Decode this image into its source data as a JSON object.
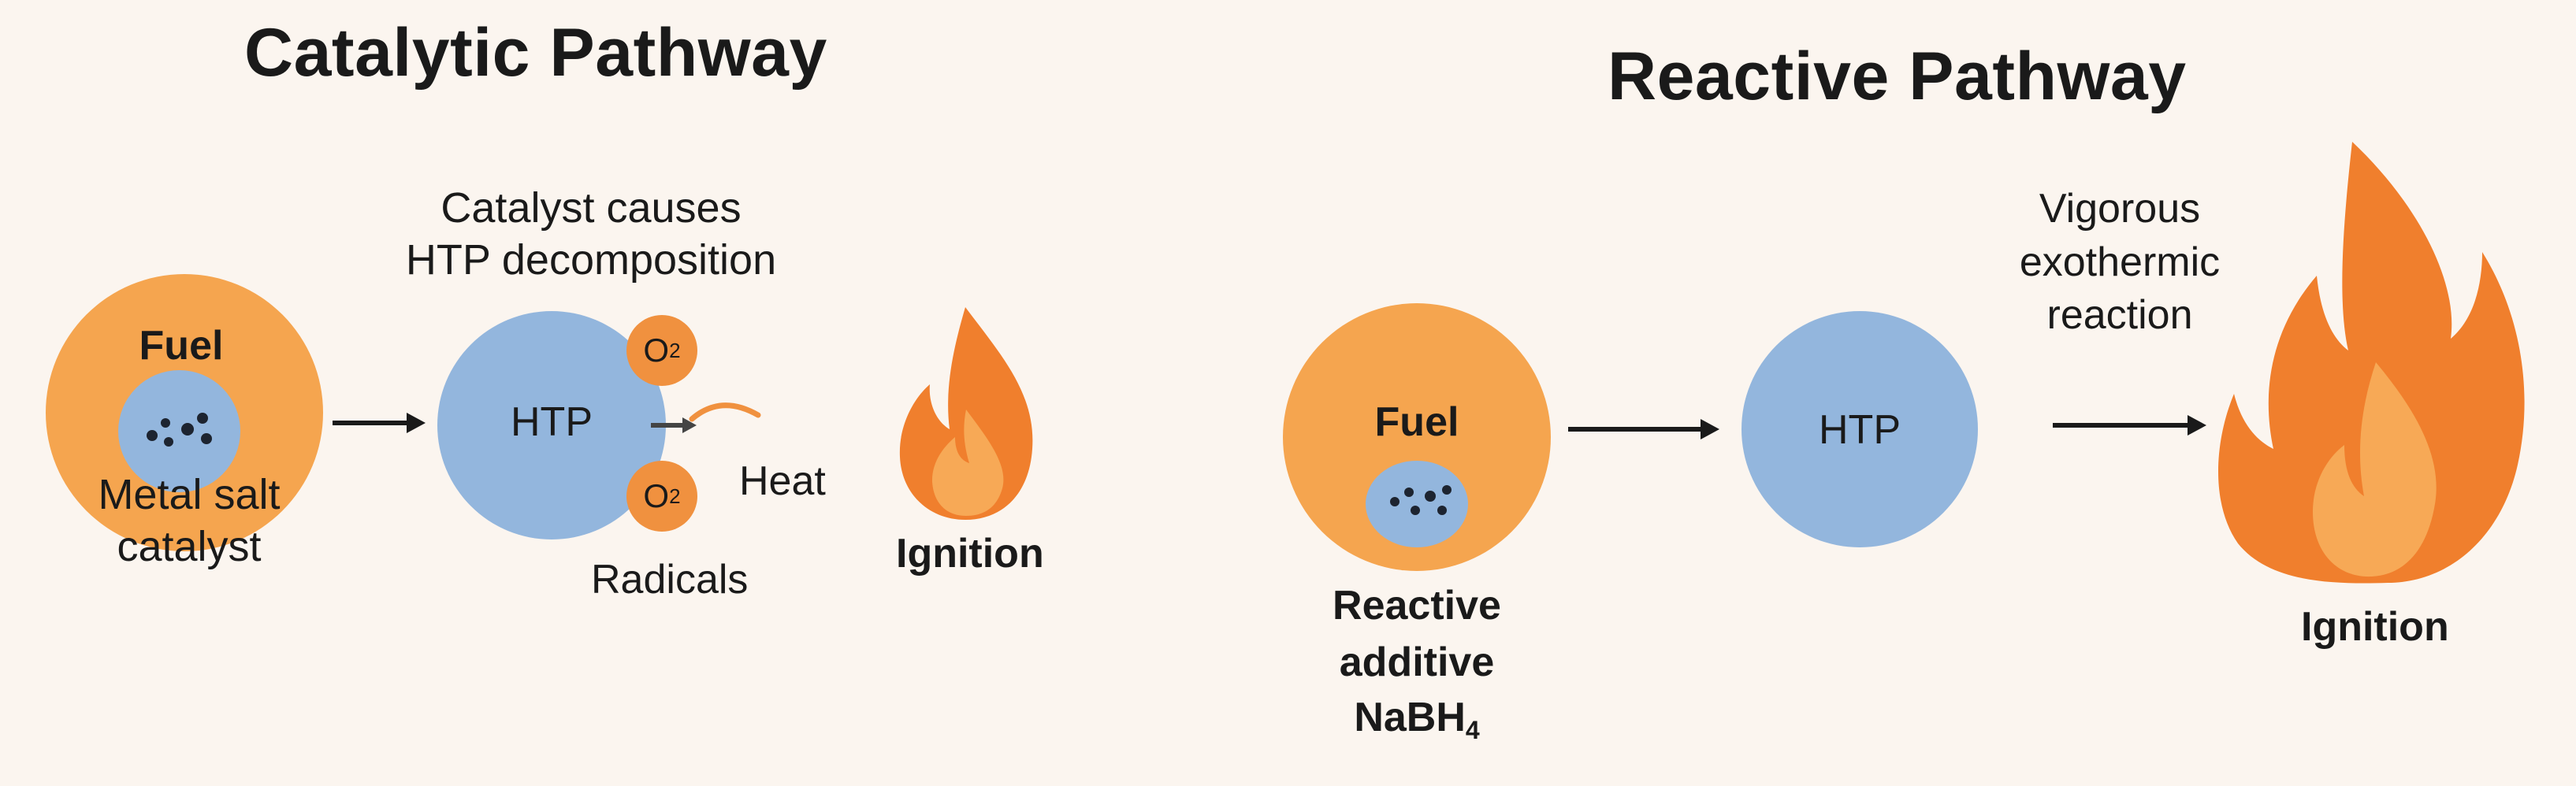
{
  "catalytic": {
    "title": "Catalytic Pathway",
    "fuel_label": "Fuel",
    "catalyst_label": "Metal salt\ncatalyst",
    "decomposition_label": "Catalyst causes\nHTP decomposition",
    "htp_label": "HTP",
    "o2_symbol": "O",
    "o2_subscript": "2",
    "heat_label": "Heat",
    "radicals_label": "Radicals",
    "ignition_label": "Ignition"
  },
  "reactive": {
    "title": "Reactive Pathway",
    "fuel_label": "Fuel",
    "additive_label_1": "Reactive",
    "additive_label_2": "additive",
    "additive_formula_main": "NaBH",
    "additive_formula_sub": "4",
    "htp_label": "HTP",
    "reaction_label": "Vigorous\nexothermic\nreaction",
    "ignition_label": "Ignition"
  },
  "colors": {
    "background": "#fbf5ef",
    "fuel_orange": "#f5a54f",
    "htp_blue": "#93b6dd",
    "o2_orange": "#f0913f",
    "flame_outer": "#f07f2d",
    "flame_inner": "#f7a956"
  }
}
